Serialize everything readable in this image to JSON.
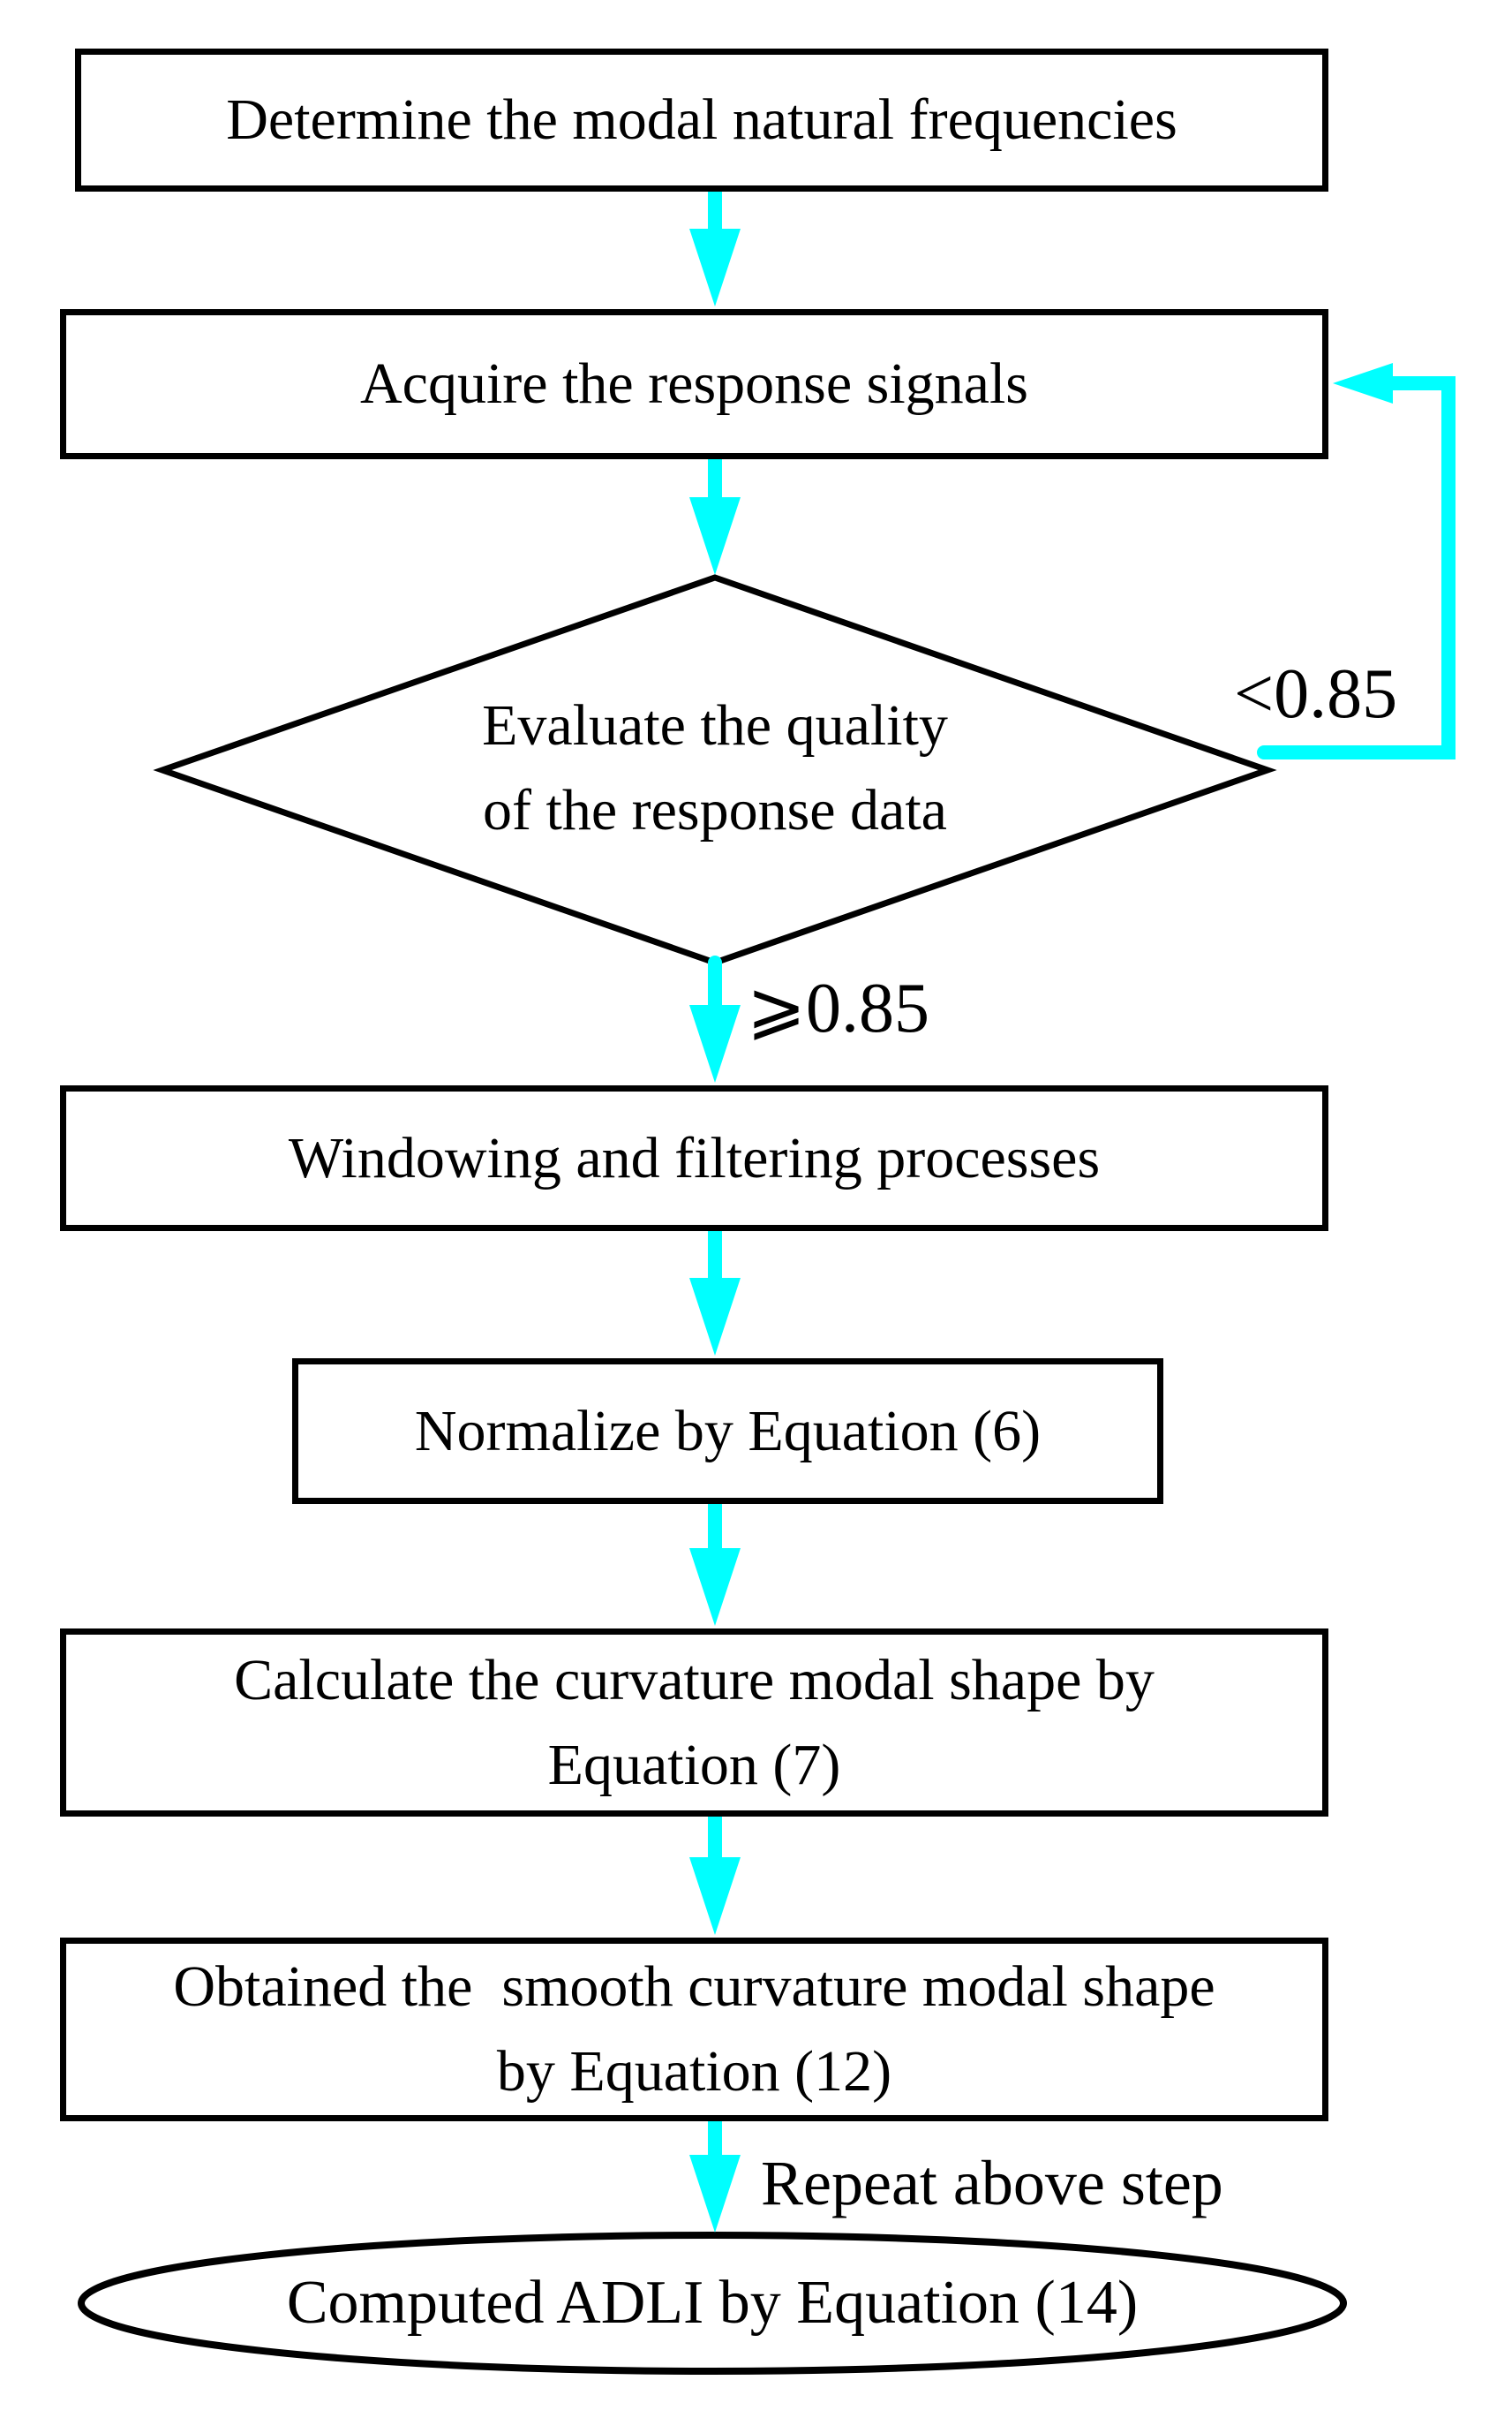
{
  "nodes": {
    "determine": {
      "text": "Determine the modal natural frequencies"
    },
    "acquire": {
      "text": "Acquire the response signals"
    },
    "evaluate": {
      "line1": "Evaluate the quality",
      "line2": "of the response data"
    },
    "windowing": {
      "text": "Windowing and filtering processes"
    },
    "normalize": {
      "text": "Normalize by Equation (6)"
    },
    "curvature": {
      "line1": "Calculate the curvature modal shape by",
      "line2": "Equation (7)"
    },
    "smooth": {
      "line1": "Obtained the  smooth curvature modal shape",
      "line2": "by Equation (12)"
    },
    "adli": {
      "text": "Computed ADLI by Equation (14)"
    }
  },
  "edge_labels": {
    "fail": "<0.85",
    "pass": "⩾0.85",
    "repeat": "Repeat above step"
  },
  "colors": {
    "arrow": "#00ffff",
    "outline": "#000000",
    "node_fill": "#ffffff",
    "text": "#000000",
    "background": "#ffffff"
  }
}
